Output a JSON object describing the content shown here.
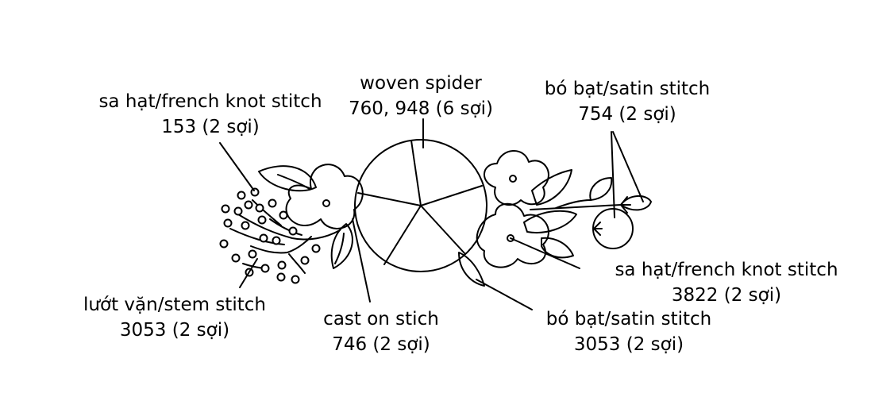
{
  "labels": {
    "french_knot_left": {
      "line1": "sa hạt/french knot stitch",
      "line2": "153 (2 sợi)"
    },
    "woven_spider": {
      "line1": "woven spider",
      "line2": "760, 948 (6 sợi)"
    },
    "satin_top_right": {
      "line1": "bó bạt/satin stitch",
      "line2": "754 (2 sợi)"
    },
    "french_knot_right": {
      "line1": "sa hạt/french knot stitch",
      "line2": "3822 (2 sợi)"
    },
    "stem_stitch": {
      "line1": "lướt vặn/stem stitch",
      "line2": "3053 (2 sợi)"
    },
    "cast_on": {
      "line1": "cast on stich",
      "line2": "746 (2 sợi)"
    },
    "satin_bottom_right": {
      "line1": "bó bạt/satin stitch",
      "line2": "3053 (2 sợi)"
    }
  },
  "colors": {
    "line": "#000000",
    "background": "#ffffff"
  }
}
